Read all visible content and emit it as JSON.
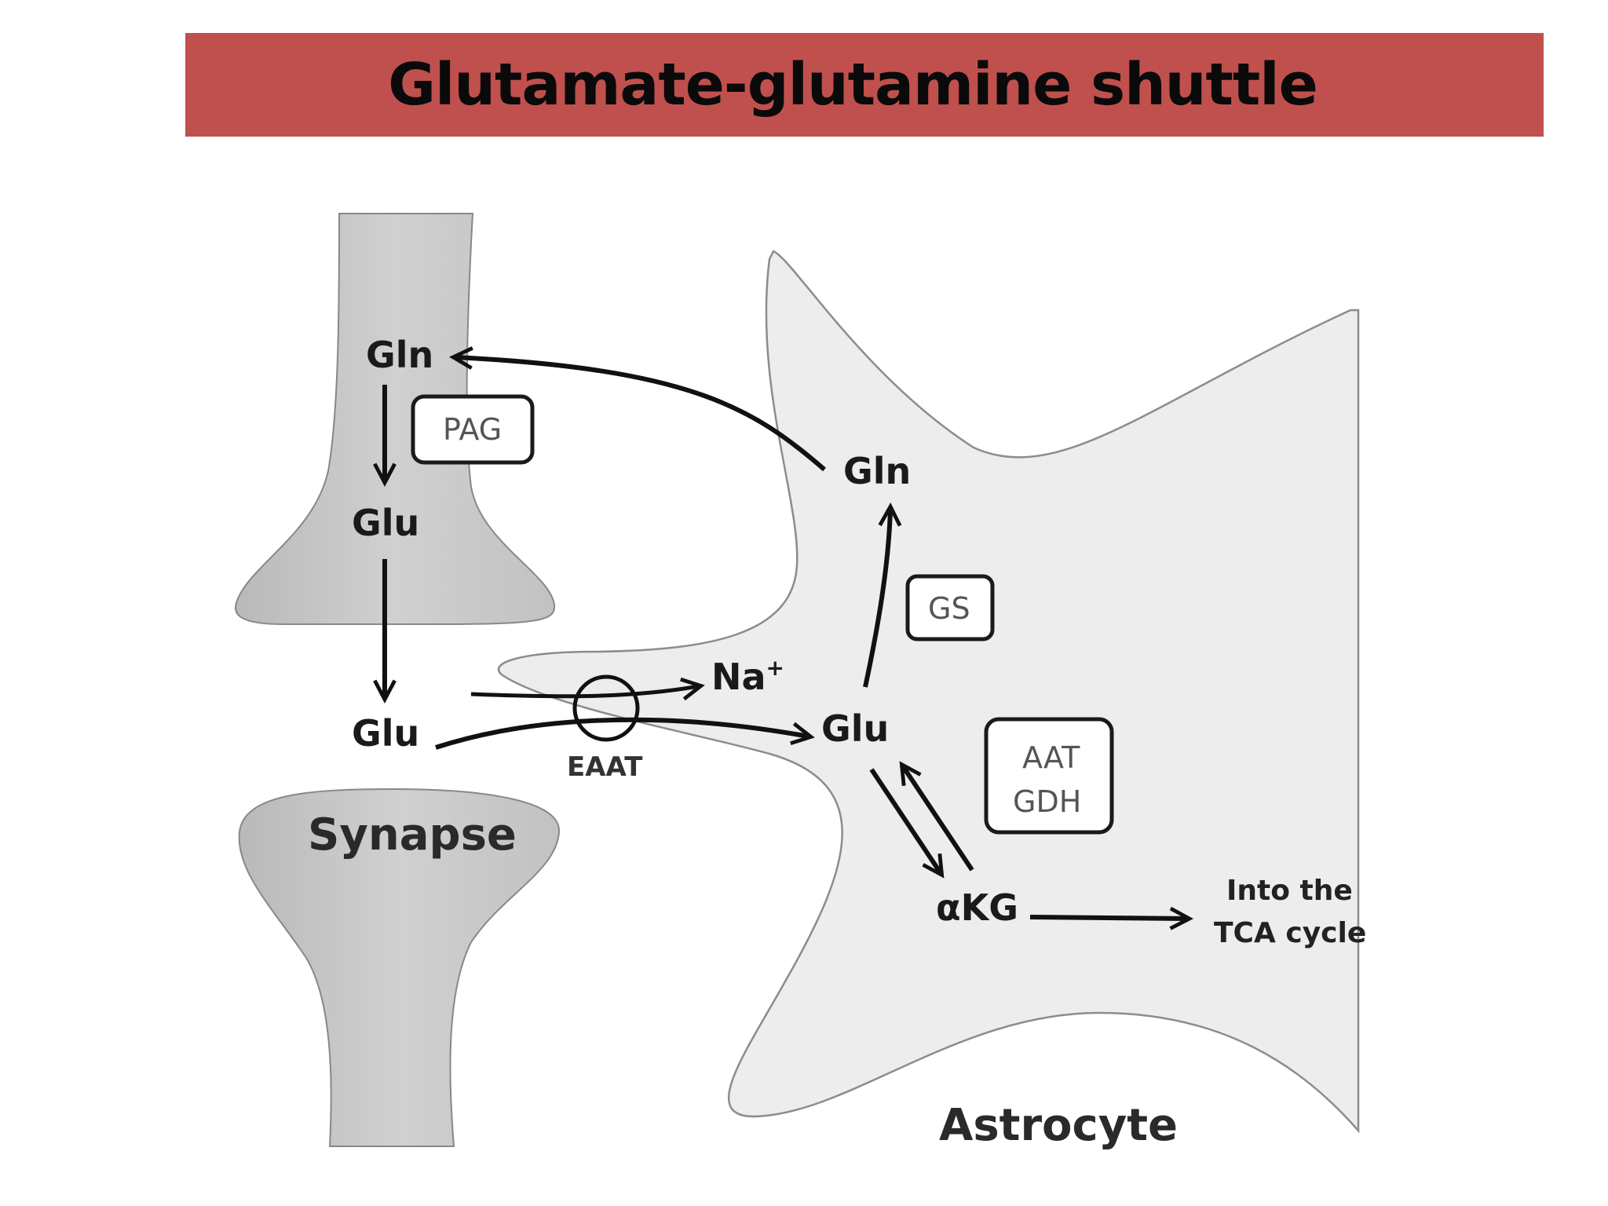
{
  "title": "Glutamate-glutamine shuttle",
  "colors": {
    "title_bar": "#c0504d",
    "neuron_fill": "#c4c4c4",
    "astrocyte_fill": "#ededed",
    "arrow": "#111111"
  },
  "labels": {
    "neuron_gln": "Gln",
    "neuron_glu": "Glu",
    "synaptic_glu": "Glu",
    "synapse": "Synapse",
    "pag": "PAG",
    "eaat": "EAAT",
    "na_plus": "Na",
    "na_plus_sup": "+",
    "astro_gln": "Gln",
    "astro_glu": "Glu",
    "gs": "GS",
    "aat": "AAT",
    "gdh": "GDH",
    "akg": "αKG",
    "tca_line1": "Into the",
    "tca_line2": "TCA cycle",
    "astrocyte": "Astrocyte"
  }
}
